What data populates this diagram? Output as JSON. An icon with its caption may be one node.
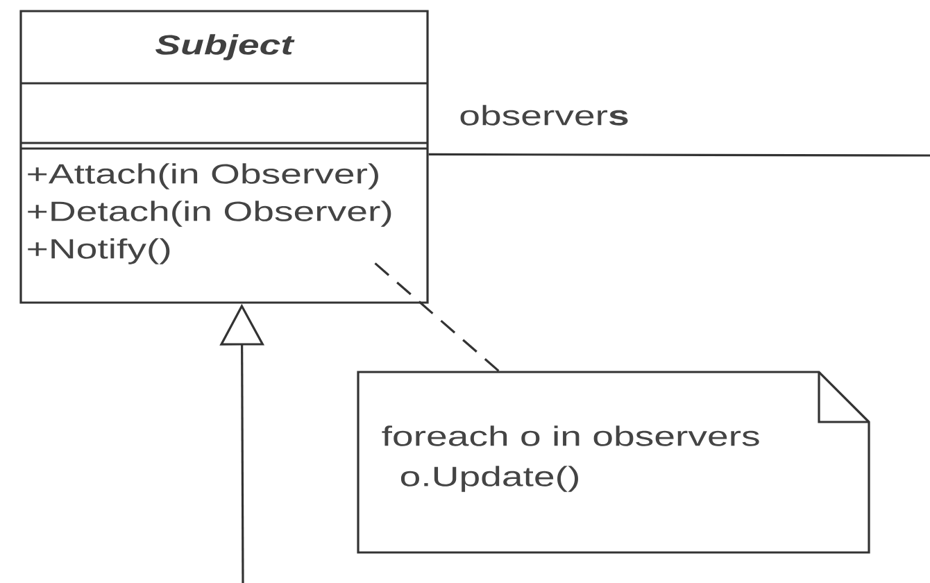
{
  "diagram": {
    "nodes": [
      {
        "text": [
          "Subject",
          "+Attach(in Observer)",
          "+Detach(in Observer)",
          "+Notify()"
        ]
      },
      {
        "text": [
          "foreach o in observers",
          "o.Update()"
        ]
      }
    ],
    "edges": [
      {
        "from": 0,
        "to": null,
        "arrow": "none",
        "label": "observer**s**"
      },
      {
        "from": null,
        "to": 0,
        "arrow": "to"
      },
      {
        "from": 1,
        "to": 0,
        "arrow": "none",
        "style": "dashed"
      }
    ]
  }
}
